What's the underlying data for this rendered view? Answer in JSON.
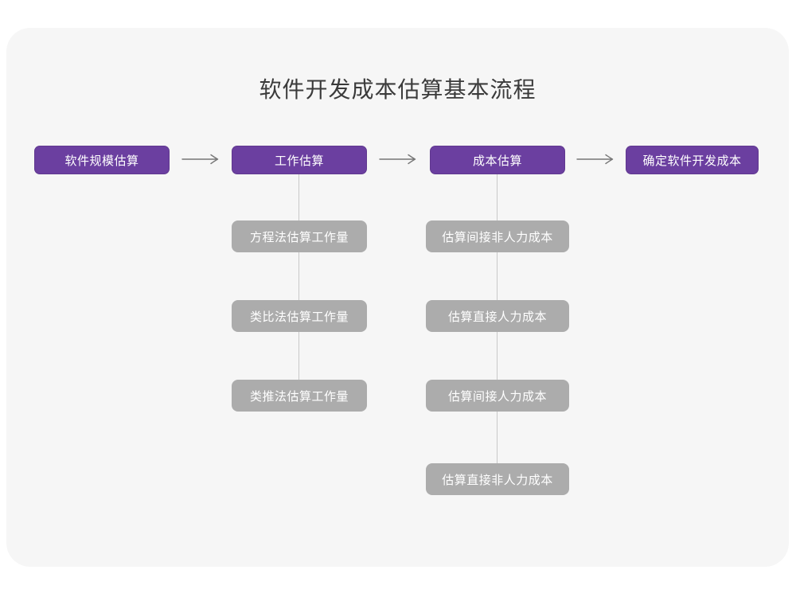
{
  "title": "软件开发成本估算基本流程",
  "colors": {
    "accent": "#6B3FA0",
    "substep_bg": "#ACACAC",
    "connector": "#C9C9C9",
    "arrow": "#777777",
    "card_bg": "#F6F6F6",
    "title_color": "#3B3B3B"
  },
  "flow": {
    "steps": [
      {
        "label": "软件规模估算",
        "substeps": []
      },
      {
        "label": "工作估算",
        "substeps": [
          "方程法估算工作量",
          "类比法估算工作量",
          "类推法估算工作量"
        ]
      },
      {
        "label": "成本估算",
        "substeps": [
          "估算间接非人力成本",
          "估算直接人力成本",
          "估算间接人力成本",
          "估算直接非人力成本"
        ]
      },
      {
        "label": "确定软件开发成本",
        "substeps": []
      }
    ]
  }
}
